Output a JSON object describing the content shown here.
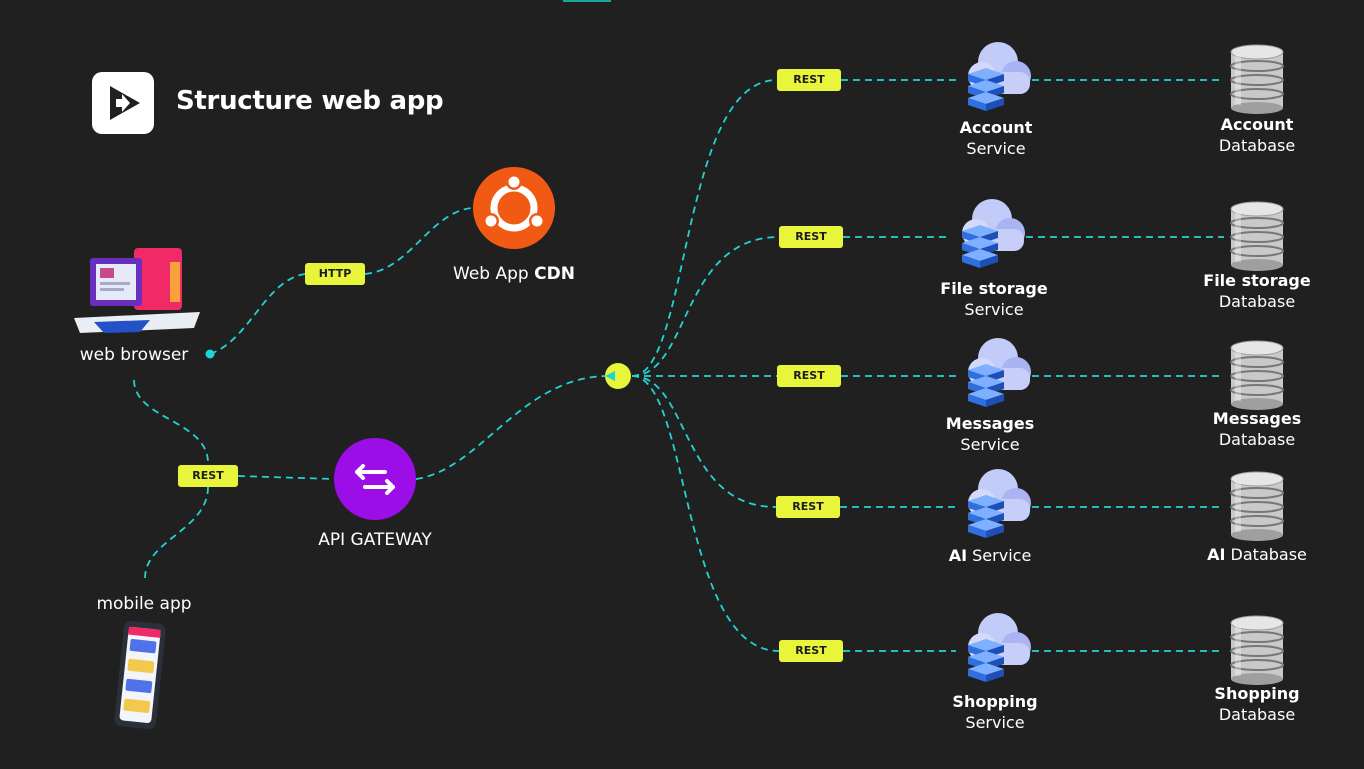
{
  "title": "Structure web app",
  "colors": {
    "background": "#202020",
    "connector": "#22d3d3",
    "pill": "#e8f53a",
    "hub": "#e8f53a",
    "gateway": "#9b0ee8",
    "cdn": "#f15a15",
    "service": "#4f8ff0",
    "database": "#c9c9c9"
  },
  "clients": {
    "web_browser": "web browser",
    "mobile_app": "mobile app"
  },
  "cdn": {
    "label_prefix": "Web App ",
    "label_bold": "CDN",
    "icon": "ubuntu-logo-icon"
  },
  "gateway": {
    "label": "API GATEWAY",
    "icon": "swap-arrows-icon"
  },
  "protocols": {
    "http": "HTTP",
    "rest": "REST"
  },
  "services": [
    {
      "name": "Account",
      "suffix": "Service",
      "db_name": "Account",
      "db_suffix": "Database"
    },
    {
      "name": "File storage",
      "suffix": "Service",
      "db_name": "File storage",
      "db_suffix": "Database"
    },
    {
      "name": "Messages",
      "suffix": "Service",
      "db_name": "Messages",
      "db_suffix": "Database"
    },
    {
      "name": "AI",
      "suffix": "Service",
      "db_name": "AI",
      "db_suffix": "Database"
    },
    {
      "name": "Shopping",
      "suffix": "Service",
      "db_name": "Shopping",
      "db_suffix": "Database"
    }
  ]
}
